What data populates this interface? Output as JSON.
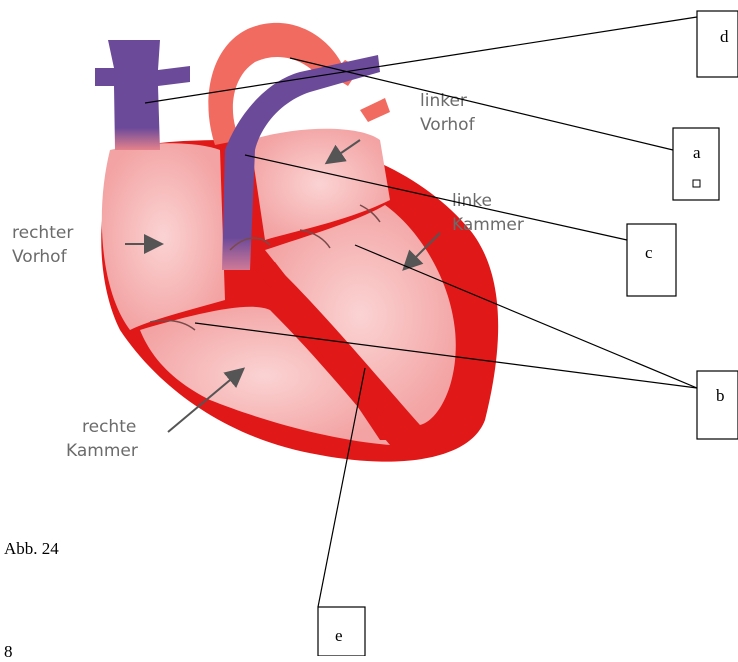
{
  "diagram": {
    "anatomy_labels": {
      "rechter_vorhof": [
        "rechter",
        "Vorhof"
      ],
      "linker_vorhof": [
        "linker",
        "Vorhof"
      ],
      "linke_kammer": [
        "linke",
        "Kammer"
      ],
      "rechte_kammer": [
        "rechte",
        "Kammer"
      ]
    },
    "answer_boxes": [
      {
        "id": "d",
        "letter": "d"
      },
      {
        "id": "a",
        "letter": "a"
      },
      {
        "id": "c",
        "letter": "c"
      },
      {
        "id": "b",
        "letter": "b"
      },
      {
        "id": "e",
        "letter": "e"
      }
    ]
  },
  "caption": "Abb. 24",
  "page_number": "8"
}
